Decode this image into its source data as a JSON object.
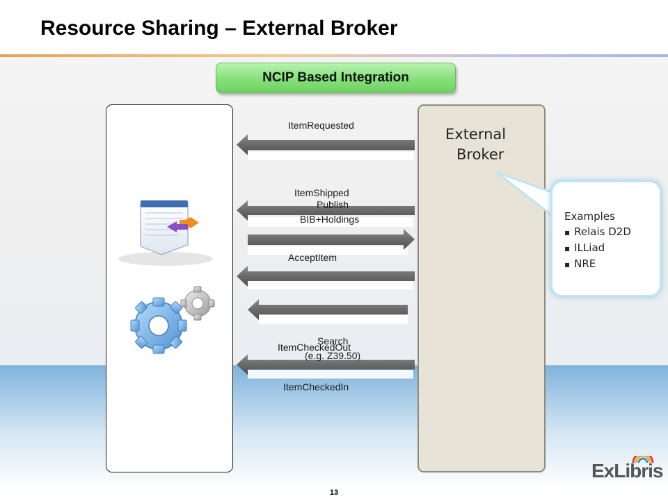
{
  "slide": {
    "title": "Resource Sharing – External Broker",
    "page_number": "13"
  },
  "banner": {
    "label": "NCIP Based Integration"
  },
  "broker": {
    "line1": "External",
    "line2": "Broker"
  },
  "callout": {
    "heading": "Examples",
    "items": [
      "Relais D2D",
      "ILLiad",
      "NRE"
    ]
  },
  "messages": {
    "item_requested": "ItemRequested",
    "item_shipped": "ItemShipped",
    "publish": "Publish",
    "bib_holdings": "BIB+Holdings",
    "accept_item": "AcceptItem",
    "search": "Search",
    "item_checked_out": "ItemCheckedOut",
    "z3950": "(e.g. Z39.50)",
    "item_checked_in": "ItemCheckedIn"
  },
  "logo": {
    "text": "ExLibris"
  },
  "colors": {
    "banner": "#86e07a",
    "broker_fill": "#e8e3d7",
    "arrow": "#707070",
    "callout_glow": "#bfe3f0",
    "band": "#7fb3dc"
  }
}
